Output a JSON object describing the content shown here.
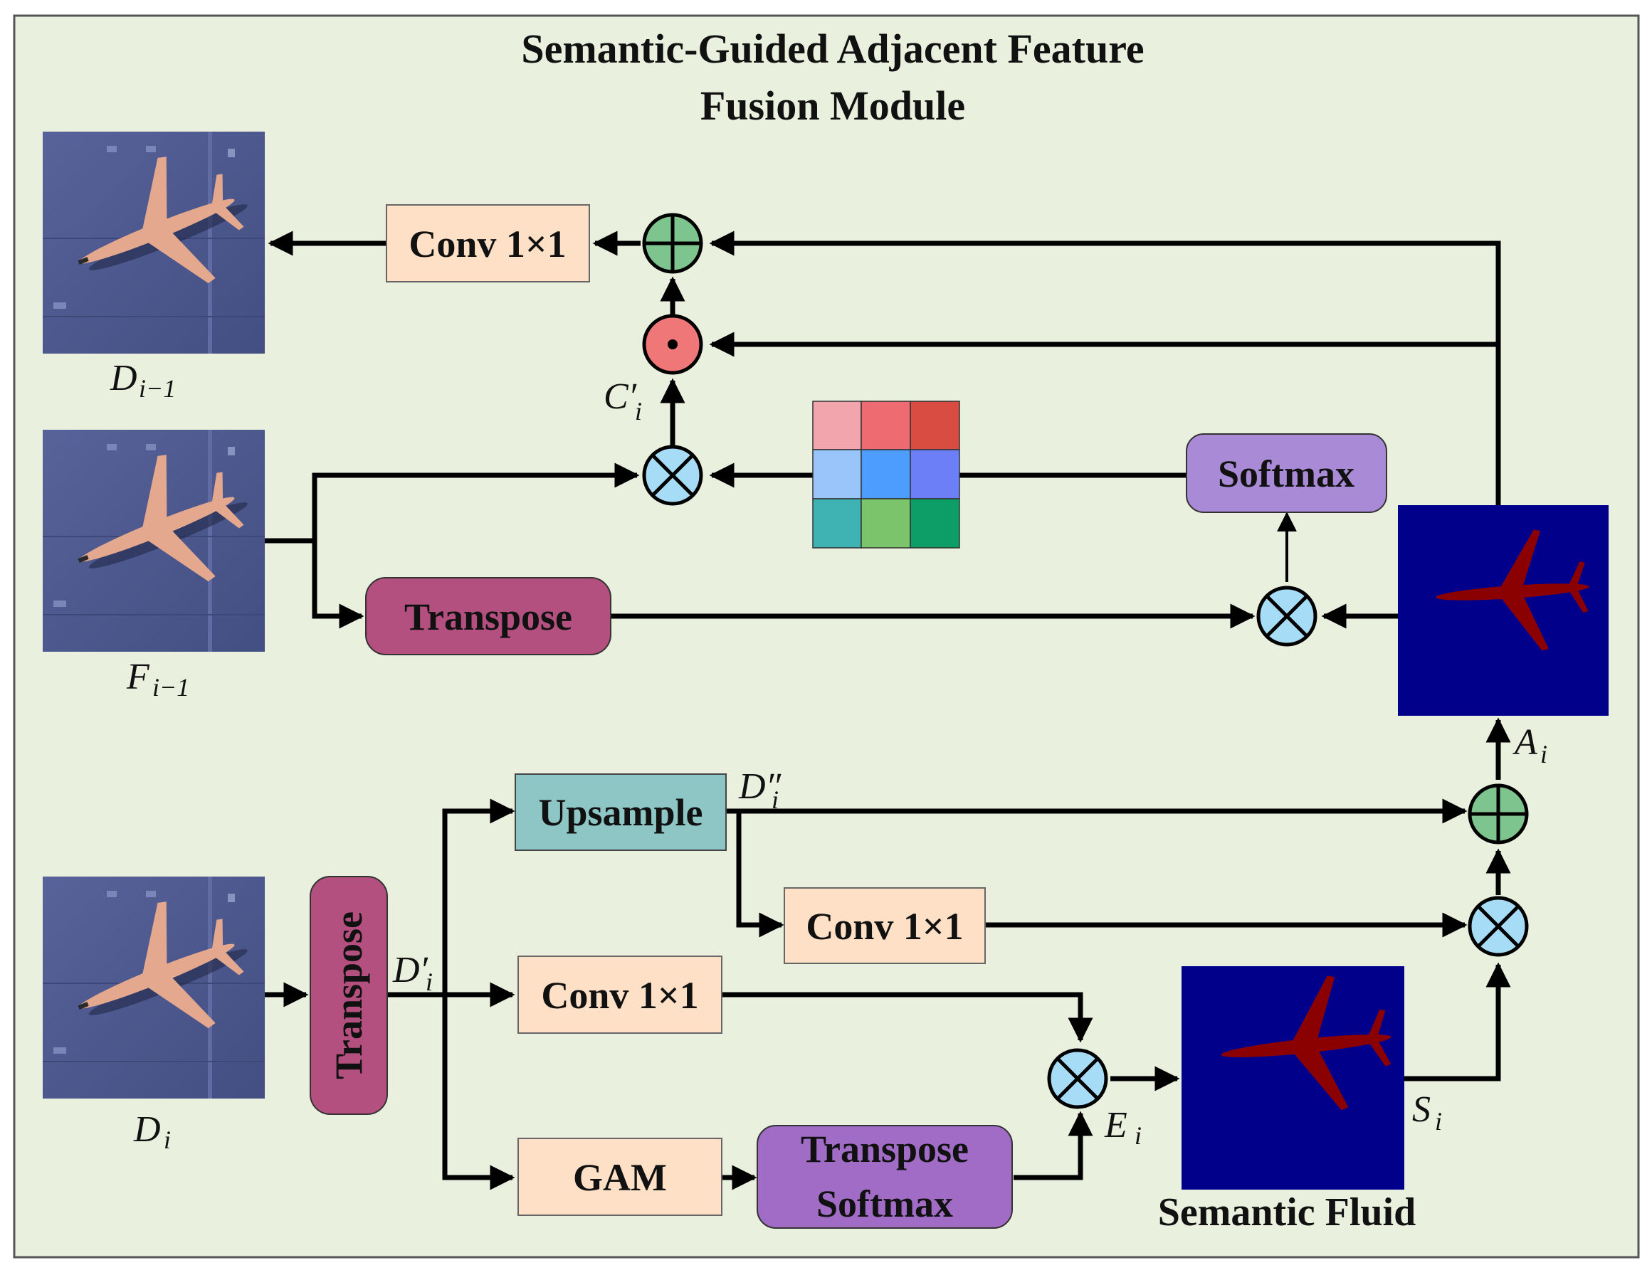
{
  "title": {
    "line1": "Semantic-Guided Adjacent Feature",
    "line2": "Fusion Module"
  },
  "blocks": {
    "conv_top": "Conv 1×1",
    "transpose_top": "Transpose",
    "softmax": "Softmax",
    "transpose_vertical": "Transpose",
    "upsample": "Upsample",
    "conv_mid": "Conv 1×1",
    "conv_low": "Conv 1×1",
    "gam": "GAM",
    "transpose_softmax_1": "Transpose",
    "transpose_softmax_2": "Softmax"
  },
  "variables": {
    "d_prev": {
      "main": "D",
      "sub": "i−1"
    },
    "f_prev": {
      "main": "F",
      "sub": "i−1"
    },
    "c_prime": {
      "main": "C′",
      "sub": "i"
    },
    "a_i": {
      "main": "A",
      "sub": "i"
    },
    "d_double_prime": {
      "main": "D″",
      "sub": "i"
    },
    "d_prime": {
      "main": "D′",
      "sub": "i"
    },
    "d_i": {
      "main": "D",
      "sub": "i"
    },
    "e_i": {
      "main": "E",
      "sub": "i"
    },
    "s_i": {
      "main": "S",
      "sub": "i"
    }
  },
  "semantic_fluid_caption": "Semantic Fluid",
  "icons": {
    "aircraft_photo": "aircraft-photo-icon",
    "segmentation_map": "aircraft-segmentation-icon",
    "add": "element-wise-add-icon",
    "multiply": "matrix-multiply-icon",
    "hadamard": "hadamard-product-icon"
  },
  "colors": {
    "background": "#eaf0de",
    "peach": "#fde0c6",
    "softmax_purple": "#a98ad6",
    "transpose_magenta": "#b3507f",
    "upsample_teal": "#8ec6c6",
    "mult_blue": "#a6dcf5",
    "add_green": "#7ec48e",
    "hadamard_red": "#ef7777",
    "seg_navy": "#00008a",
    "seg_plane": "#8b0000",
    "tile_bg": "#4f5b92",
    "plane_body": "#e3a88e"
  },
  "attention_matrix_colors": [
    [
      "#f2a5ad",
      "#ee6b71",
      "#d84c42"
    ],
    [
      "#99c5fb",
      "#4c9dfd",
      "#6d7ff6"
    ],
    [
      "#3fb3b3",
      "#7bc46c",
      "#0c9e66"
    ]
  ]
}
